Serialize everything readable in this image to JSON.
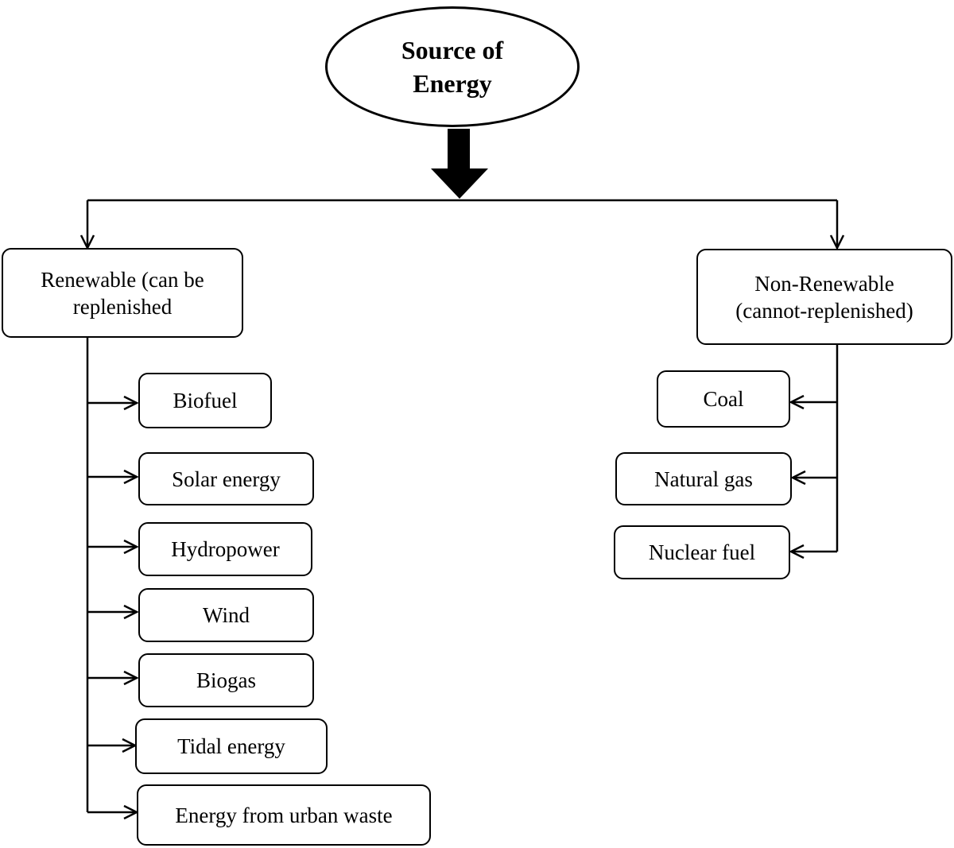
{
  "root": {
    "label": "Source of Energy"
  },
  "renewable": {
    "label": "Renewable (can be replenished",
    "items": [
      "Biofuel",
      "Solar energy",
      "Hydropower",
      "Wind",
      "Biogas",
      "Tidal energy",
      "Energy from urban waste"
    ]
  },
  "non_renewable": {
    "label": "Non-Renewable (cannot-replenished)",
    "items": [
      "Coal",
      "Natural gas",
      "Nuclear fuel"
    ]
  }
}
